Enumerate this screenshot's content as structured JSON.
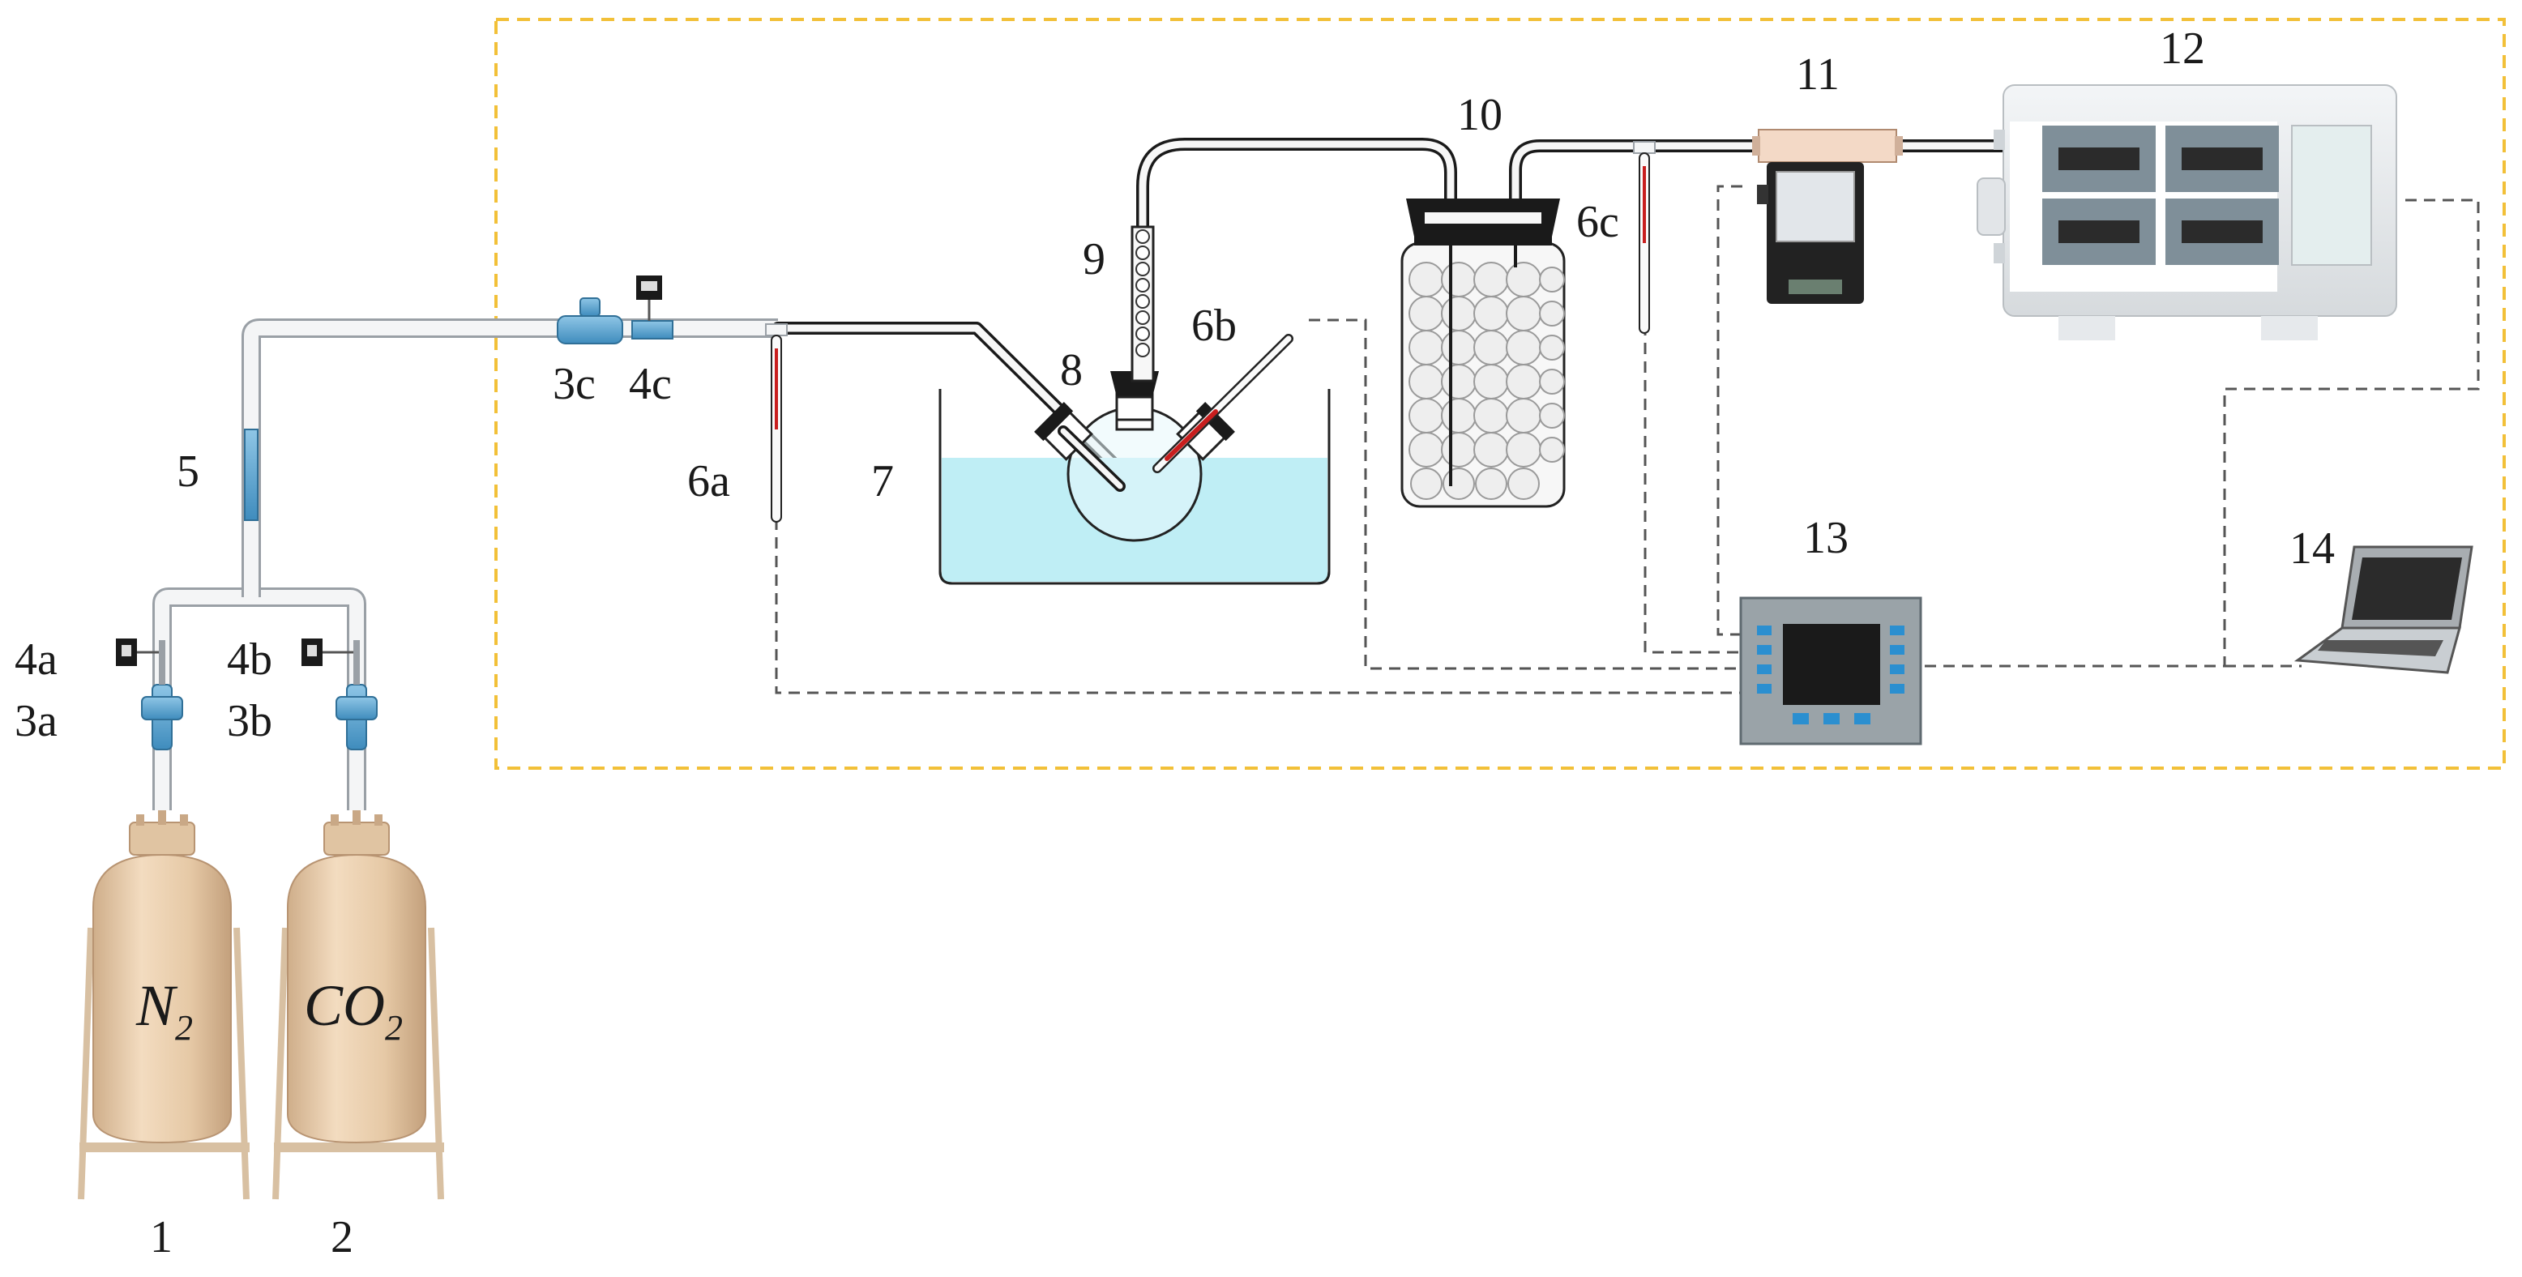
{
  "labels": {
    "l1": "1",
    "l2": "2",
    "l3a": "3a",
    "l3b": "3b",
    "l3c": "3c",
    "l4a": "4a",
    "l4b": "4b",
    "l4c": "4c",
    "l5": "5",
    "l6a": "6a",
    "l6b": "6b",
    "l6c": "6c",
    "l7": "7",
    "l8": "8",
    "l9": "9",
    "l10": "10",
    "l11": "11",
    "l12": "12",
    "l13": "13",
    "l14": "14"
  },
  "cylinders": {
    "n2": {
      "main": "N",
      "sub": "2"
    },
    "co2": {
      "main": "CO",
      "sub": "2"
    }
  },
  "colors": {
    "boundary": "#f2c038",
    "tube_fill": "#f0f2f4",
    "tube_edge": "#9aa0a6",
    "black_pipe": "#1a1a1a",
    "valve": "#5ba6d3",
    "water": "#bfeef5",
    "cylinder": "#e8cfb1",
    "cylinder_dark": "#c9a886",
    "thermometer_red": "#c81e1e",
    "device_body": "#e6e9ec",
    "device_panel": "#7f8f99",
    "wire": "#555555"
  }
}
